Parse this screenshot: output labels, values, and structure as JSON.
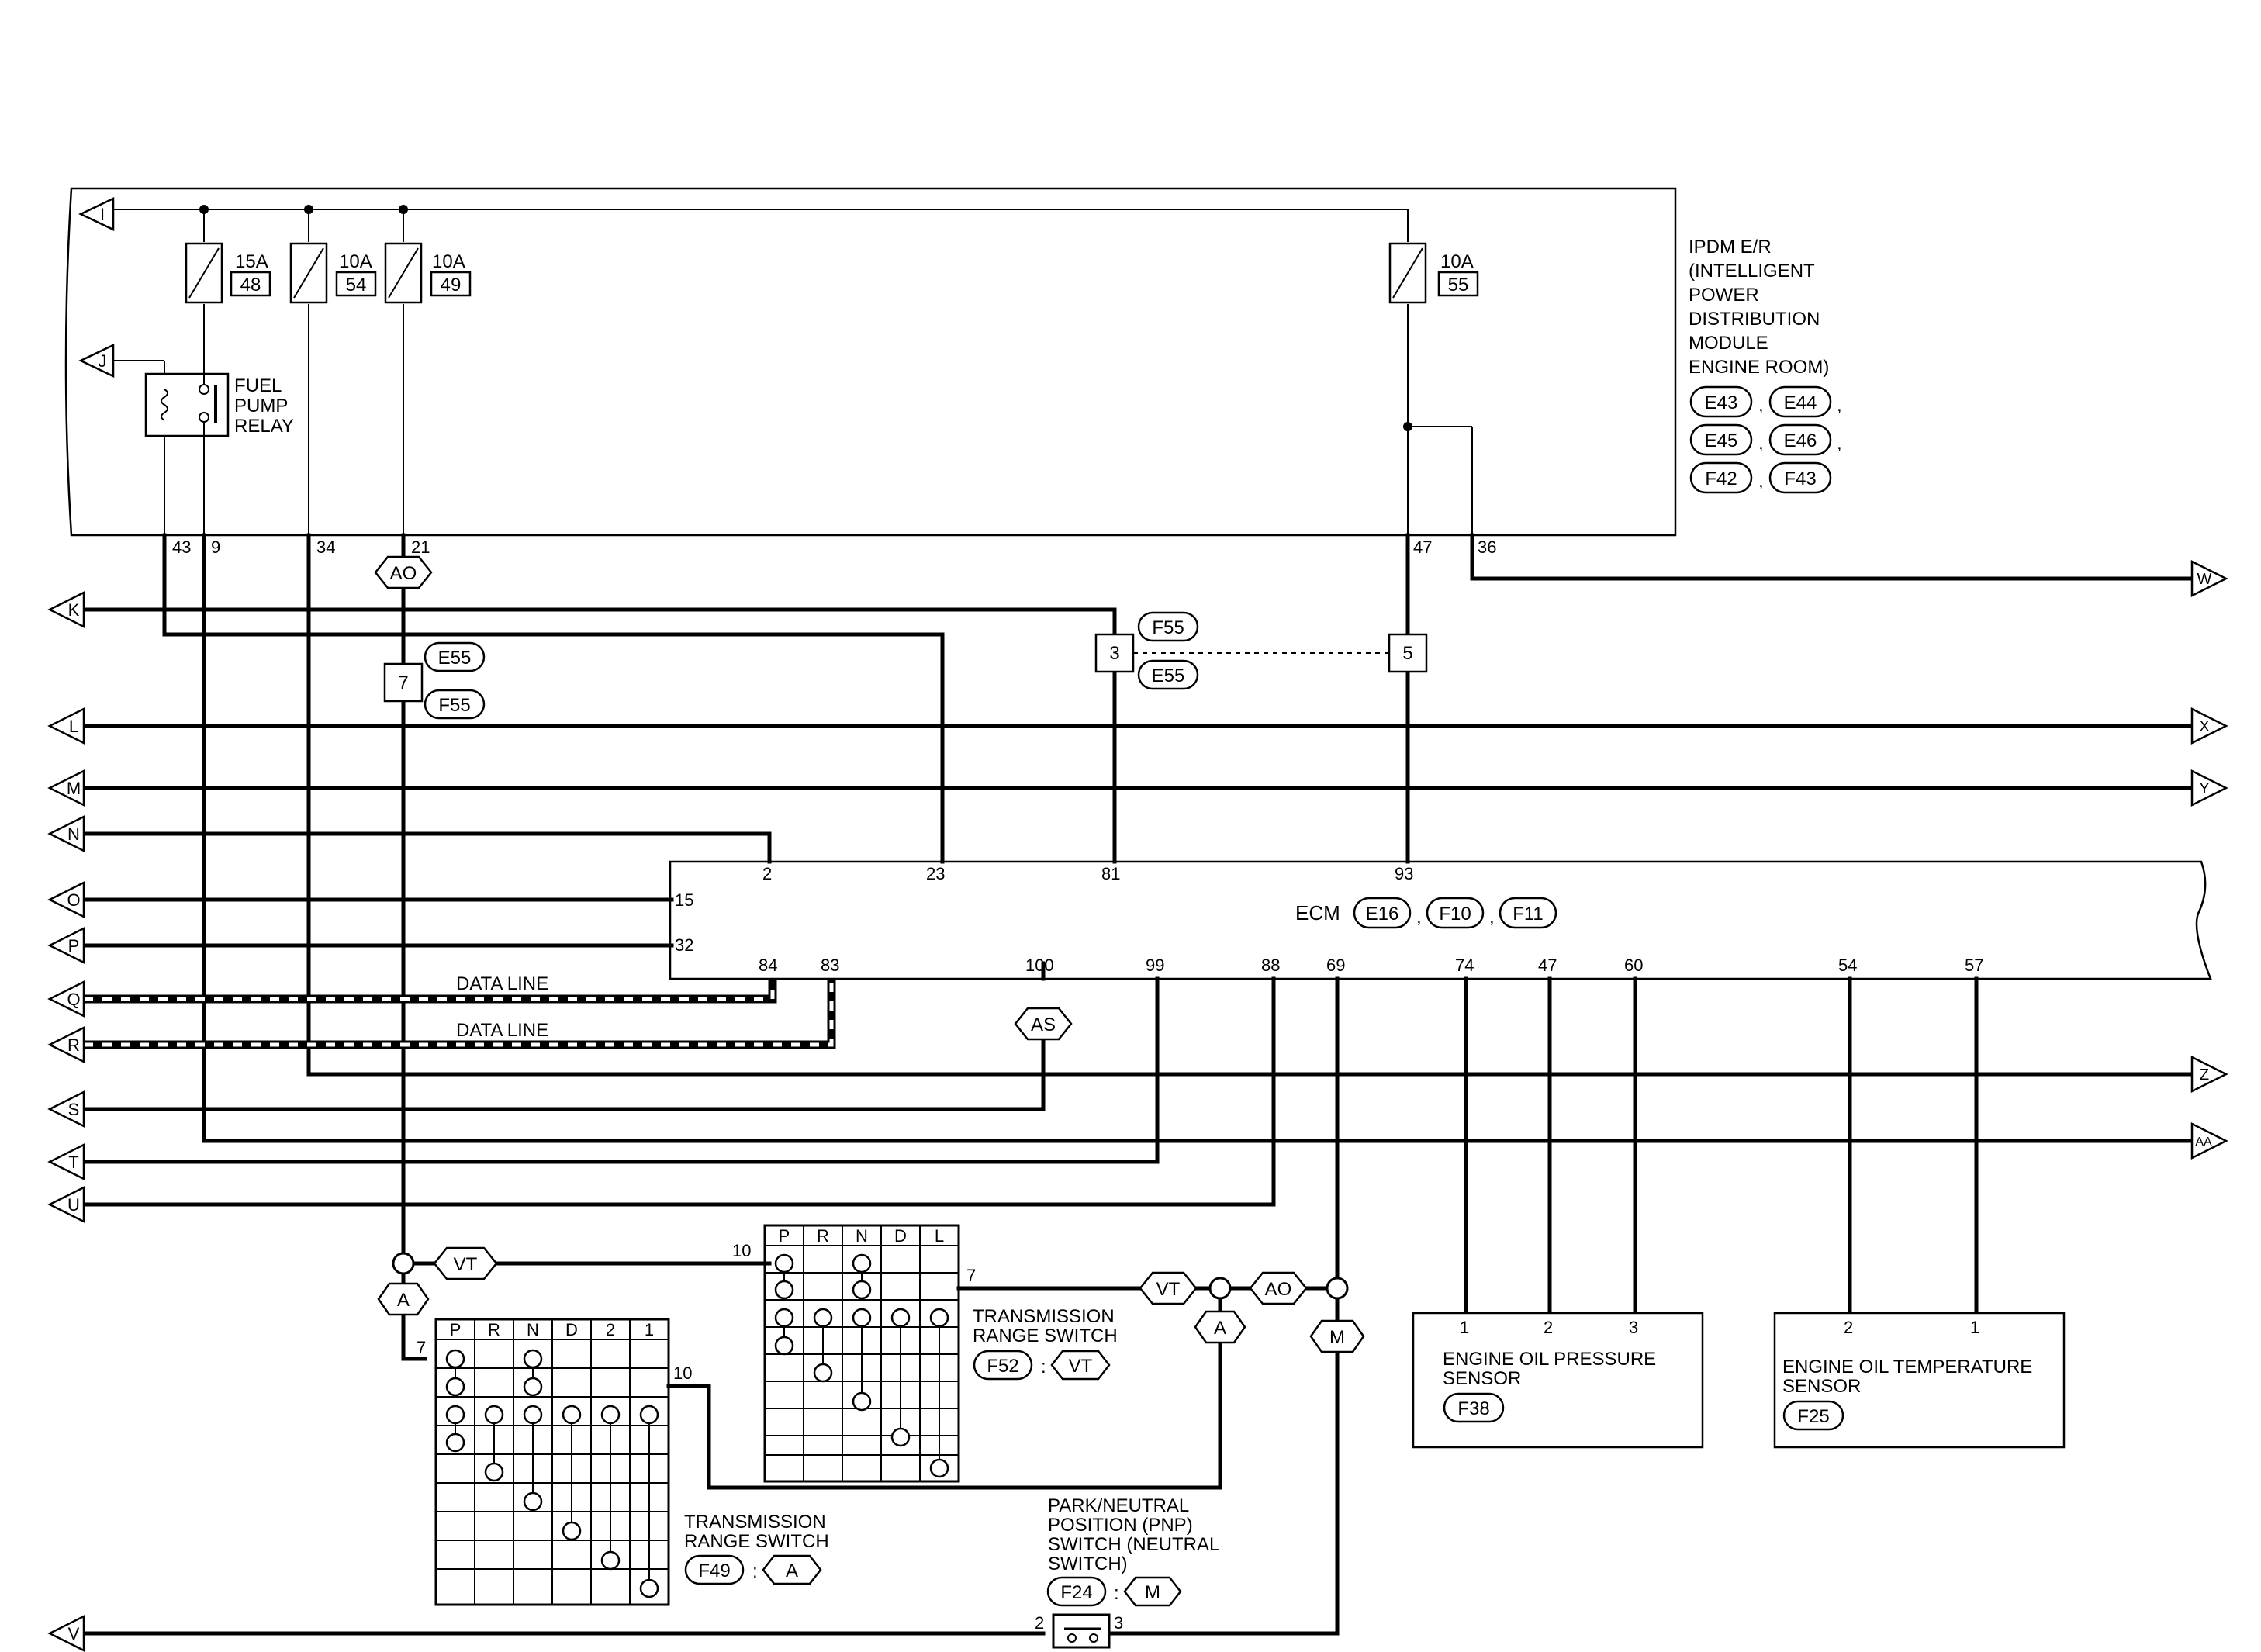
{
  "modules": {
    "ipdm_title": [
      "IPDM E/R",
      "(INTELLIGENT",
      "POWER",
      "DISTRIBUTION",
      "MODULE",
      "ENGINE ROOM)"
    ],
    "ipdm_connectors": [
      [
        "E43",
        "E44"
      ],
      [
        "E45",
        "E46"
      ],
      [
        "F42",
        "F43"
      ]
    ],
    "ecm_label": "ECM",
    "ecm_connectors": [
      "E16",
      "F10",
      "F11"
    ],
    "oil_pressure": [
      "ENGINE OIL PRESSURE",
      "SENSOR"
    ],
    "oil_pressure_conn": "F38",
    "oil_temp": [
      "ENGINE OIL TEMPERATURE",
      "SENSOR"
    ],
    "oil_temp_conn": "F25",
    "relay": [
      "FUEL",
      "PUMP",
      "RELAY"
    ],
    "trs_a": [
      "TRANSMISSION",
      "RANGE SWITCH"
    ],
    "trs_a_conn": "F49",
    "trs_a_tag": "A",
    "trs_vt": [
      "TRANSMISSION",
      "RANGE SWITCH"
    ],
    "trs_vt_conn": "F52",
    "trs_vt_tag": "VT",
    "pnp": [
      "PARK/NEUTRAL",
      "POSITION (PNP)",
      "SWITCH (NEUTRAL",
      "SWITCH)"
    ],
    "pnp_conn": "F24",
    "pnp_tag": "M",
    "colon": ":",
    "comma": ","
  },
  "fuses": [
    {
      "amp": "15A",
      "num": "48"
    },
    {
      "amp": "10A",
      "num": "54"
    },
    {
      "amp": "10A",
      "num": "49"
    },
    {
      "amp": "10A",
      "num": "55"
    }
  ],
  "left_arrows": [
    "I",
    "J",
    "K",
    "L",
    "M",
    "N",
    "O",
    "P",
    "Q",
    "R",
    "S",
    "T",
    "U",
    "V"
  ],
  "right_arrows": [
    "W",
    "X",
    "Y",
    "Z",
    "AA"
  ],
  "ipdm_pins": [
    "43",
    "9",
    "34",
    "21",
    "47",
    "36"
  ],
  "ecm_top_pins": [
    "2",
    "23",
    "81",
    "93"
  ],
  "ecm_left_pins": [
    "15",
    "32"
  ],
  "ecm_bottom_pins": [
    "84",
    "83",
    "100",
    "99",
    "88",
    "69",
    "74",
    "47",
    "60",
    "54",
    "57"
  ],
  "joint_connectors": [
    "AO",
    "AS",
    "VT",
    "A",
    "VT",
    "AO",
    "A",
    "M"
  ],
  "inline_connectors": {
    "c7": {
      "pin": "7",
      "top": "E55",
      "bottom": "F55"
    },
    "c3": {
      "pin": "3",
      "top": "F55",
      "bottom": "E55"
    },
    "c5": {
      "pin": "5"
    }
  },
  "data_line_label": "DATA LINE",
  "oil_pressure_pins": [
    "1",
    "2",
    "3"
  ],
  "oil_temp_pins": [
    "2",
    "1"
  ],
  "trs_a_grid": {
    "cols": [
      "P",
      "R",
      "N",
      "D",
      "2",
      "1"
    ],
    "pin_in": "7",
    "pin_out": "10"
  },
  "trs_vt_grid": {
    "cols": [
      "P",
      "R",
      "N",
      "D",
      "L"
    ],
    "pin_in": "10",
    "pin_out": "7"
  },
  "pnp_pins": [
    "2",
    "3"
  ]
}
